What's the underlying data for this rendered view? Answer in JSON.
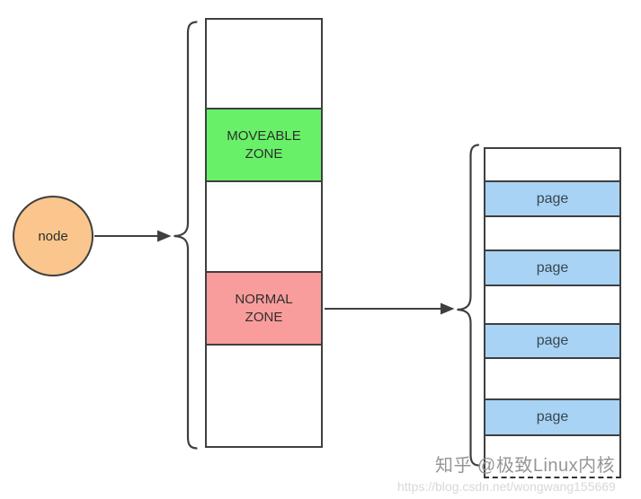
{
  "node": {
    "label": "node"
  },
  "zone_column": {
    "zones": [
      {
        "name": "moveable-zone",
        "label": "MOVEABLE\nZONE"
      },
      {
        "name": "normal-zone",
        "label": "NORMAL\nZONE"
      }
    ]
  },
  "page_column": {
    "pages": [
      {
        "label": "page"
      },
      {
        "label": "page"
      },
      {
        "label": "page"
      },
      {
        "label": "page"
      }
    ]
  },
  "watermark": {
    "title": "知乎 @极致Linux内核",
    "url": "https://blog.csdn.net/wongwang155669"
  },
  "colors": {
    "node_fill": "#FAC68D",
    "moveable_zone_fill": "#68F168",
    "normal_zone_fill": "#F99C9C",
    "page_fill": "#A8D3F5",
    "line": "#3F3F3F",
    "watermark_text": "#969696",
    "watermark_url": "#D8D8D8"
  }
}
